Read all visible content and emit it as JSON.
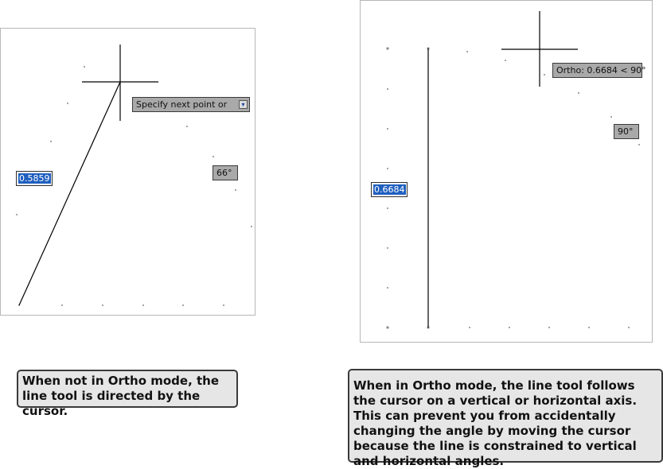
{
  "left_example": {
    "prompt_tooltip": "Specify next point or",
    "prompt_dropdown_icon": "down-arrow-icon",
    "length_value": "0.5859",
    "angle_value": "66°"
  },
  "right_example": {
    "ortho_tooltip": "Ortho: 0.6684 < 90°",
    "length_value": "0.6684",
    "angle_value": "90°"
  },
  "captions": {
    "left": "When not in Ortho mode, the line tool is directed by the cursor.",
    "right": "When in Ortho mode, the line tool follows the cursor on a vertical or horizontal axis. This can prevent you from accidentally changing the angle by moving the cursor because the line is constrained to vertical and horizontal angles."
  },
  "colors": {
    "selection": "#1f5fbf",
    "tooltip_bg": "#a9a9a9",
    "caption_bg": "#e6e6e6"
  }
}
